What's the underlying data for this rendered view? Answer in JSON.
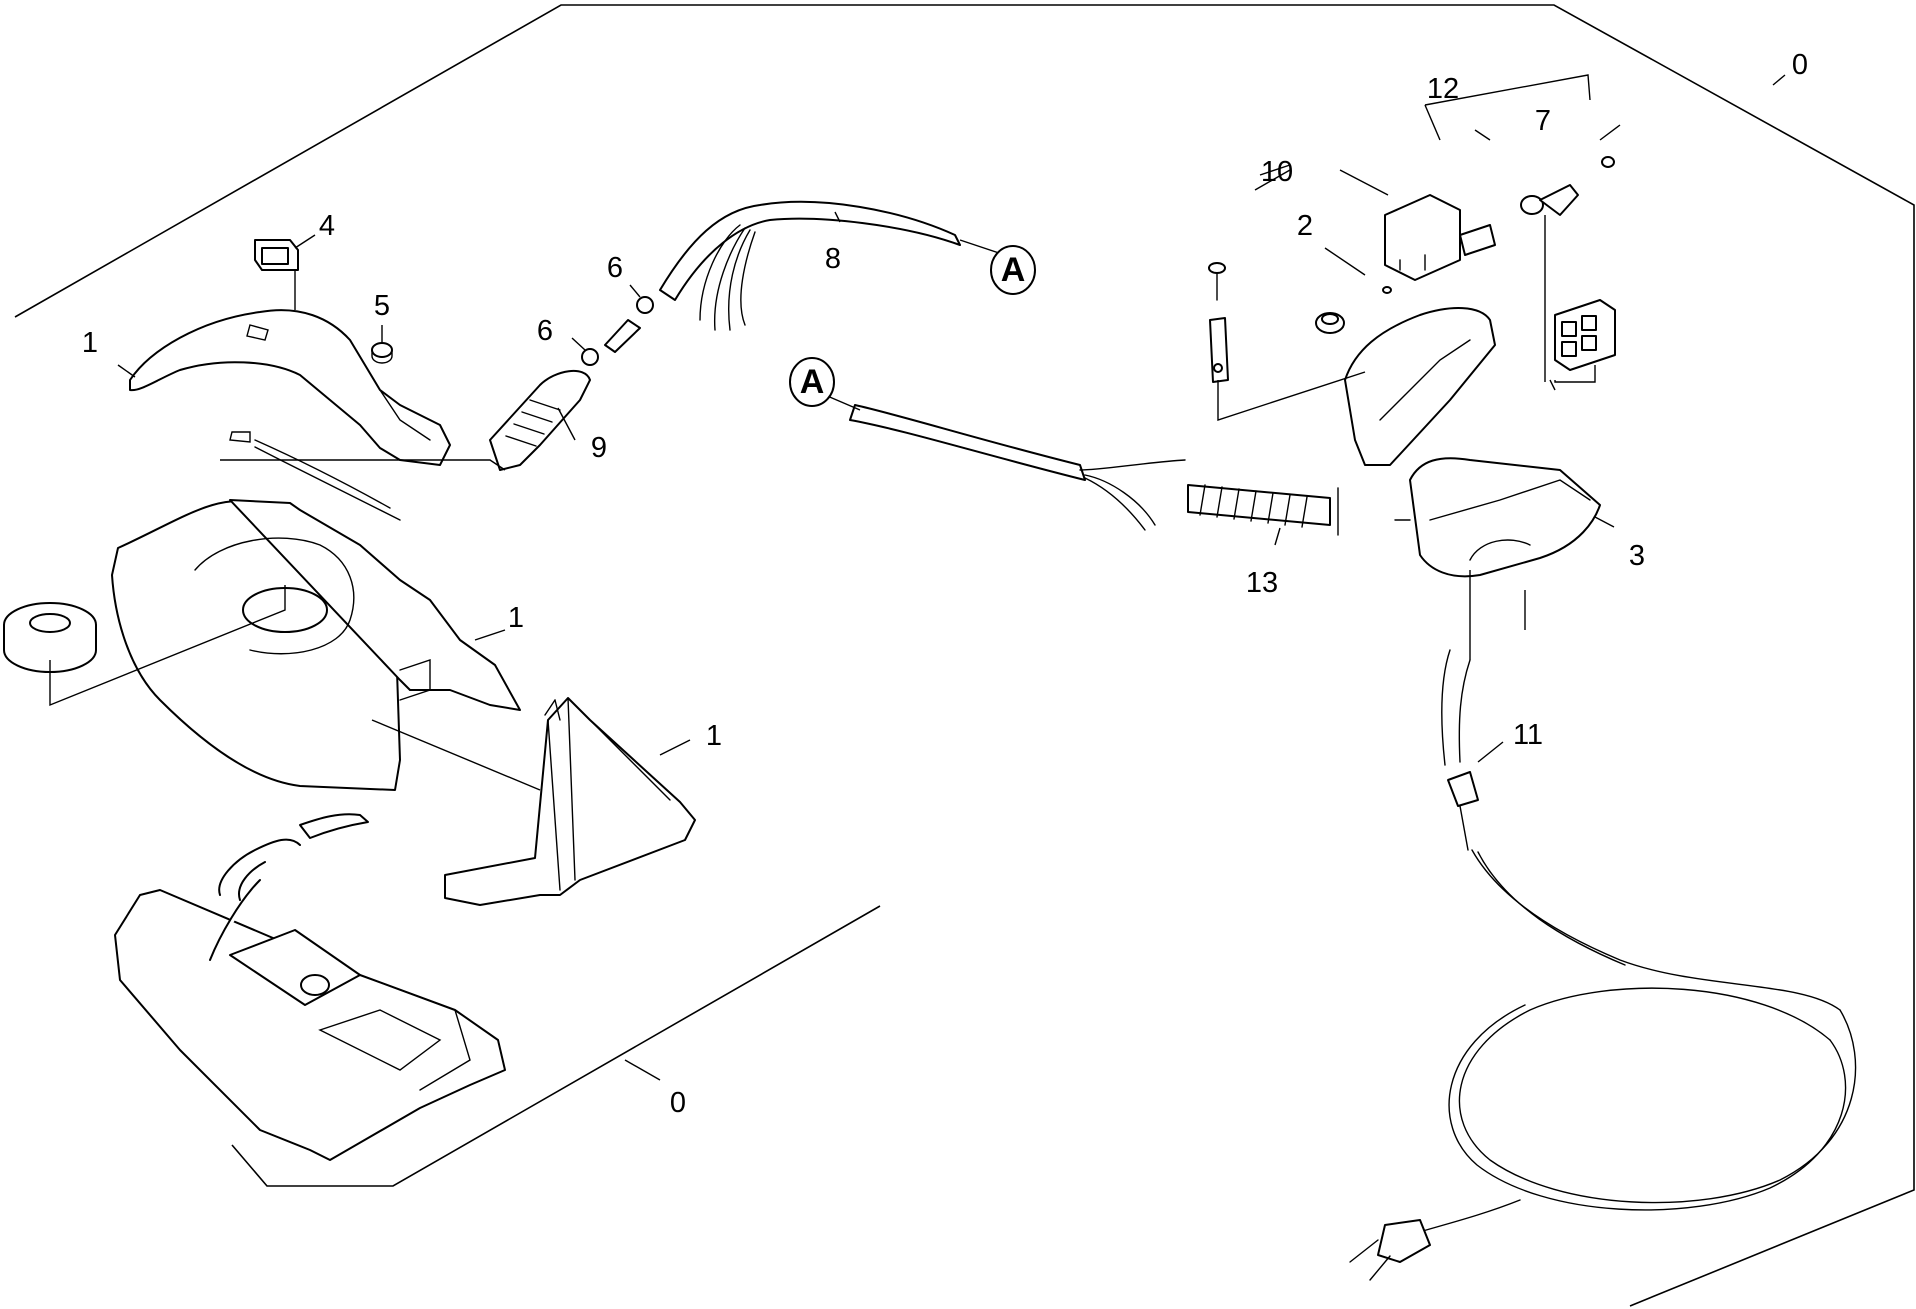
{
  "callout_letter": "A",
  "labels": {
    "p0_top": "0",
    "p0_bottom": "0",
    "p1_handle": "1",
    "p1_housing": "1",
    "p1_stand": "1",
    "p2": "2",
    "p3": "3",
    "p4": "4",
    "p5": "5",
    "p6_upper": "6",
    "p6_lower": "6",
    "p7": "7",
    "p8": "8",
    "p9": "9",
    "p10": "10",
    "p11": "11",
    "p12": "12",
    "p13": "13"
  }
}
